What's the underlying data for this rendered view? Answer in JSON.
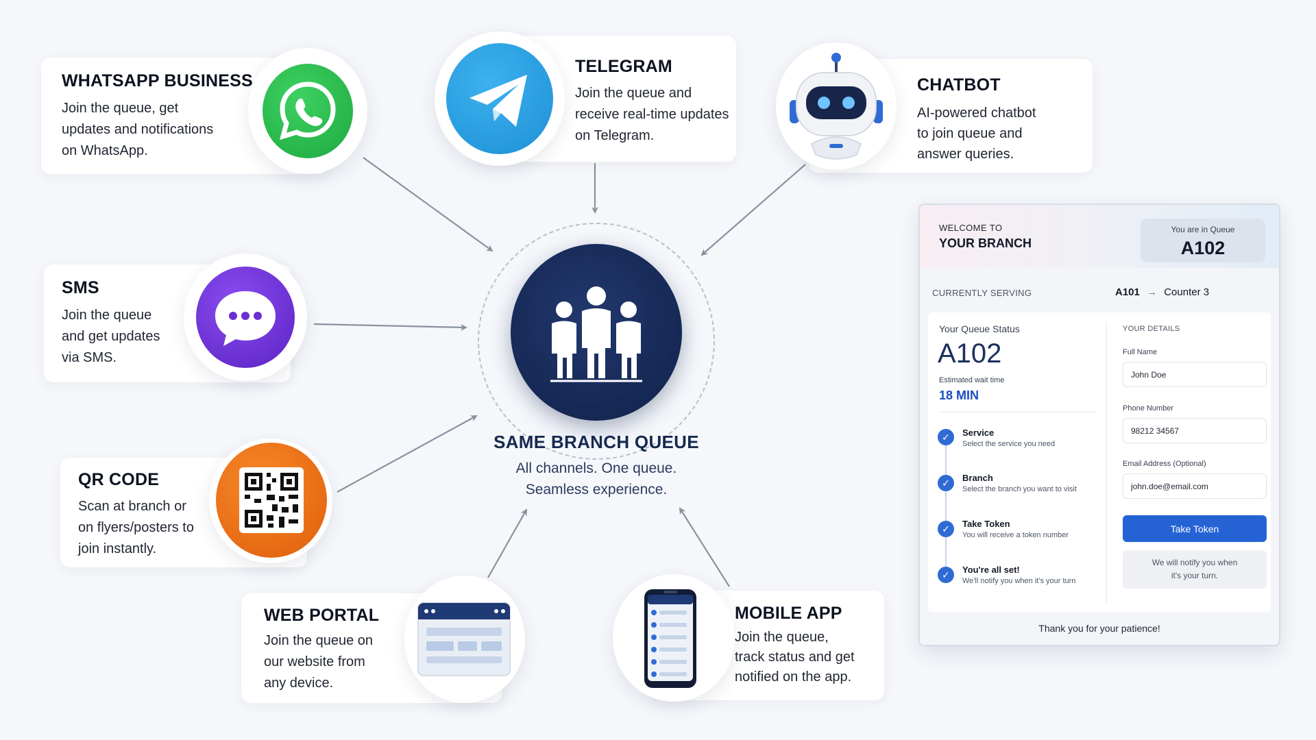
{
  "channels": {
    "whatsapp": {
      "title": "WHATSAPP BUSINESS",
      "desc": "Join the queue, get\nupdates and notifications\non WhatsApp.",
      "icon": "whatsapp-icon",
      "color": "#25b54a"
    },
    "telegram": {
      "title": "TELEGRAM",
      "desc": "Join the queue and\nreceive real-time updates\non Telegram.",
      "icon": "telegram-icon",
      "color": "#2a9be0"
    },
    "chatbot": {
      "title": "CHATBOT",
      "desc": "AI-powered chatbot\nto join queue and\nanswer queries.",
      "icon": "robot-icon",
      "color": "#1e3470"
    },
    "sms": {
      "title": "SMS",
      "desc": "Join the queue\nand get updates\nvia SMS.",
      "icon": "sms-bubble-icon",
      "color": "#6a2fd0"
    },
    "qr": {
      "title": "QR CODE",
      "desc": "Scan at branch or\non flyers/posters to\njoin instantly.",
      "icon": "qr-code-icon",
      "color": "#ea6a12"
    },
    "web": {
      "title": "WEB PORTAL",
      "desc": "Join the queue on\nour website from\nany device.",
      "icon": "browser-window-icon",
      "color": "#1f3a75"
    },
    "mobile": {
      "title": "MOBILE APP",
      "desc": "Join the queue,\ntrack status and get\nnotified on the app.",
      "icon": "smartphone-icon",
      "color": "#1f3a75"
    }
  },
  "center": {
    "title": "SAME BRANCH QUEUE",
    "subtitle": "All channels. One queue.\nSeamless experience.",
    "icon": "people-group-icon",
    "color": "#172a58"
  },
  "panel": {
    "welcome": "WELCOME TO",
    "branch": "YOUR BRANCH",
    "queue_label": "You are in Queue",
    "queue_number": "A102",
    "serving_label": "CURRENTLY SERVING",
    "serving_token": "A101",
    "serving_counter": "Counter 3",
    "status_label": "Your Queue Status",
    "status_number": "A102",
    "wait_label": "Estimated wait time",
    "wait_value": "18 MIN",
    "steps": [
      {
        "title": "Service",
        "desc": "Select the service you need"
      },
      {
        "title": "Branch",
        "desc": "Select the branch you want to visit"
      },
      {
        "title": "Take Token",
        "desc": "You will receive a token number"
      },
      {
        "title": "You're all set!",
        "desc": "We'll notify you when it's your turn"
      }
    ],
    "details_label": "YOUR DETAILS",
    "fields": [
      {
        "label": "Full Name",
        "value": "John Doe"
      },
      {
        "label": "Phone Number",
        "value": "98212 34567"
      },
      {
        "label": "Email Address (Optional)",
        "value": "john.doe@email.com"
      }
    ],
    "button": "Take Token",
    "notify": "We will notify you when\nit's your turn.",
    "thanks": "Thank you for your patience!",
    "accent": "#2563d5"
  }
}
